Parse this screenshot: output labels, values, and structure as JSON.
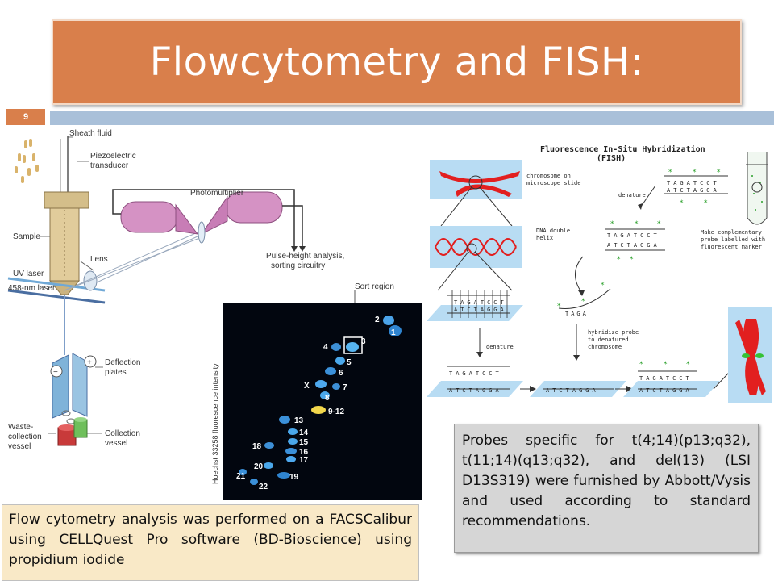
{
  "slide": {
    "title": "Flowcytometry and FISH:",
    "number": "9"
  },
  "cytometry_figure": {
    "labels": {
      "sheath_fluid": "Sheath fluid",
      "piezo_1": "Piezoelectric",
      "piezo_2": "transducer",
      "photomultiplier": "Photomultiplier",
      "sample": "Sample",
      "lens": "Lens",
      "uv_laser": "UV laser",
      "laser_458": "458-nm laser",
      "pulse_1": "Pulse-height analysis,",
      "pulse_2": "sorting circuitry",
      "sort_region": "Sort region",
      "deflection_1": "Deflection",
      "deflection_2": "plates",
      "waste_1": "Waste-",
      "waste_2": "collection",
      "waste_3": "vessel",
      "collection_1": "Collection",
      "collection_2": "vessel",
      "axis": "Hoechst 33258 fluorescence intensity",
      "plus": "+",
      "minus": "−"
    },
    "peaks": [
      "2",
      "1",
      "3",
      "4",
      "5",
      "6",
      "X",
      "7",
      "8",
      "9-12",
      "13",
      "14",
      "15",
      "16",
      "17",
      "18",
      "20",
      "19",
      "21",
      "22"
    ]
  },
  "fish_figure": {
    "title_1": "Fluorescence In-Situ Hybridization",
    "title_2": "(FISH)",
    "chromosome_1": "chromosome on",
    "chromosome_2": "microscope slide",
    "denature": "denature",
    "helix_1": "DNA double",
    "helix_2": "helix",
    "probe_1": "Make complementary",
    "probe_2": "probe labelled with",
    "probe_3": "fluorescent marker",
    "denature_2": "denature",
    "hybridize_1": "hybridize probe",
    "hybridize_2": "to denatured",
    "hybridize_3": "chromosome",
    "seq_top": "TAGATCCT",
    "seq_bottom": "ATCTAGGA",
    "seq_probe": "TAGA"
  },
  "left_text": "Flow cytometry analysis was performed on a FACSCalibur using CELLQuest Pro software (BD-Bioscience) using propidium iodide",
  "right_text": "Probes specific for t(4;14)(p13;q32), t(11;14)(q13;q32), and del(13) (LSI D13S319) were furnished by Abbott/Vysis and used according to standard recommendations.",
  "colors": {
    "title_bg": "#d97f4b",
    "bar": "#a9c0d9",
    "left_text_bg": "#f9e9c7",
    "right_box_bg": "#d6d6d6"
  }
}
